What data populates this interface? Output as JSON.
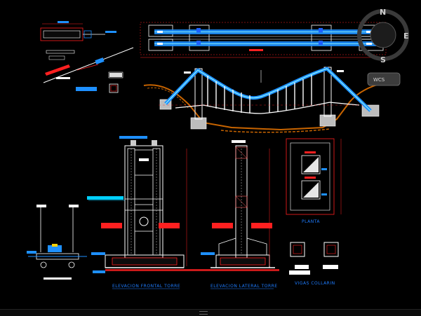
{
  "viewcube": {
    "north": "N",
    "south": "S",
    "east": "E",
    "wcs_label": "WCS"
  },
  "drawing": {
    "titles": {
      "front_tower": "ELEVACION FRONTAL TORRE",
      "side_tower": "ELEVACION LATERAL TORRE",
      "section": "PLANTA",
      "column": "VIGAS COLLARIN"
    }
  },
  "colors": {
    "background": "#000000",
    "accent_blue": "#1e90ff",
    "cable_cyan": "#00d0ff",
    "dim_red": "#ff2020",
    "terrain_orange": "#c86400",
    "structure_white": "#ffffff"
  }
}
